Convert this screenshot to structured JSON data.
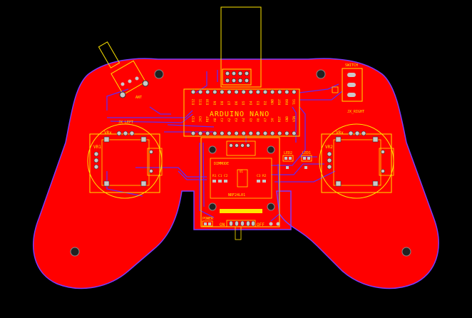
{
  "labels": {
    "arduino": "ARDUINO NANO",
    "nrf": "NRF24L01",
    "switch": "SWITCH",
    "joy_left": "JX_LEFT",
    "joy_right": "JX_RIGHT",
    "vr1": "VR1",
    "vr2": "VR2",
    "vrx1": "VRx",
    "vrx2": "VRx",
    "power": "POWER",
    "on": "ON",
    "off": "OFF",
    "dimmode": "DIMMODE",
    "led2": "LED2",
    "led1": "LED1",
    "r1": "R1",
    "r2": "R2",
    "c1": "C1",
    "c2": "C2",
    "c3": "C3",
    "u1": "U1",
    "ant": "ANT"
  },
  "pins_top": [
    "D12",
    "D11",
    "D10",
    "D9",
    "D8",
    "D7",
    "D6",
    "D5",
    "D4",
    "D3",
    "D2",
    "GND",
    "RST",
    "RX0",
    "TX1"
  ],
  "pins_bottom": [
    "D13",
    "3V3",
    "REF",
    "A0",
    "A1",
    "A2",
    "A3",
    "A4",
    "A5",
    "A6",
    "A7",
    "5V",
    "RST",
    "GND",
    "VIN"
  ],
  "colors": {
    "background": "#000000",
    "copper": "#ff0000",
    "outline": "#7a3cff",
    "silk": "#ffe600",
    "pad": "#c8c8c8",
    "track": "#5a2cff"
  }
}
